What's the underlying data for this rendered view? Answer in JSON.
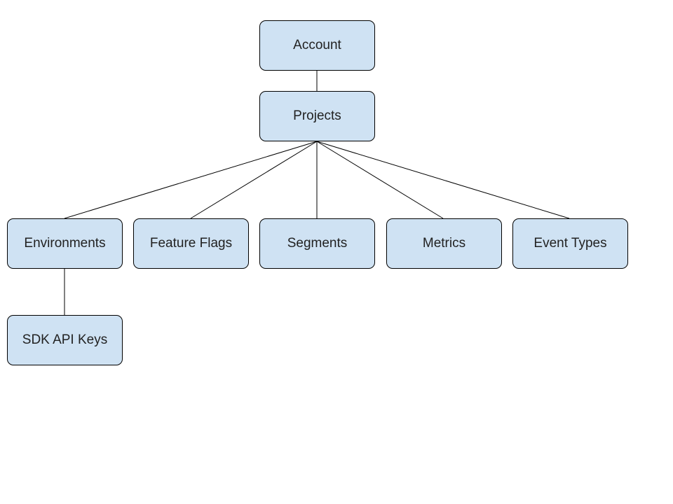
{
  "diagram": {
    "nodes": {
      "account": "Account",
      "projects": "Projects",
      "environments": "Environments",
      "feature_flags": "Feature Flags",
      "segments": "Segments",
      "metrics": "Metrics",
      "event_types": "Event Types",
      "sdk_api_keys": "SDK API Keys"
    },
    "edges": [
      [
        "account",
        "projects"
      ],
      [
        "projects",
        "environments"
      ],
      [
        "projects",
        "feature_flags"
      ],
      [
        "projects",
        "segments"
      ],
      [
        "projects",
        "metrics"
      ],
      [
        "projects",
        "event_types"
      ],
      [
        "environments",
        "sdk_api_keys"
      ]
    ],
    "colors": {
      "node_fill": "#cfe2f3",
      "node_border": "#000000",
      "line": "#000000",
      "text": "#222222"
    }
  }
}
